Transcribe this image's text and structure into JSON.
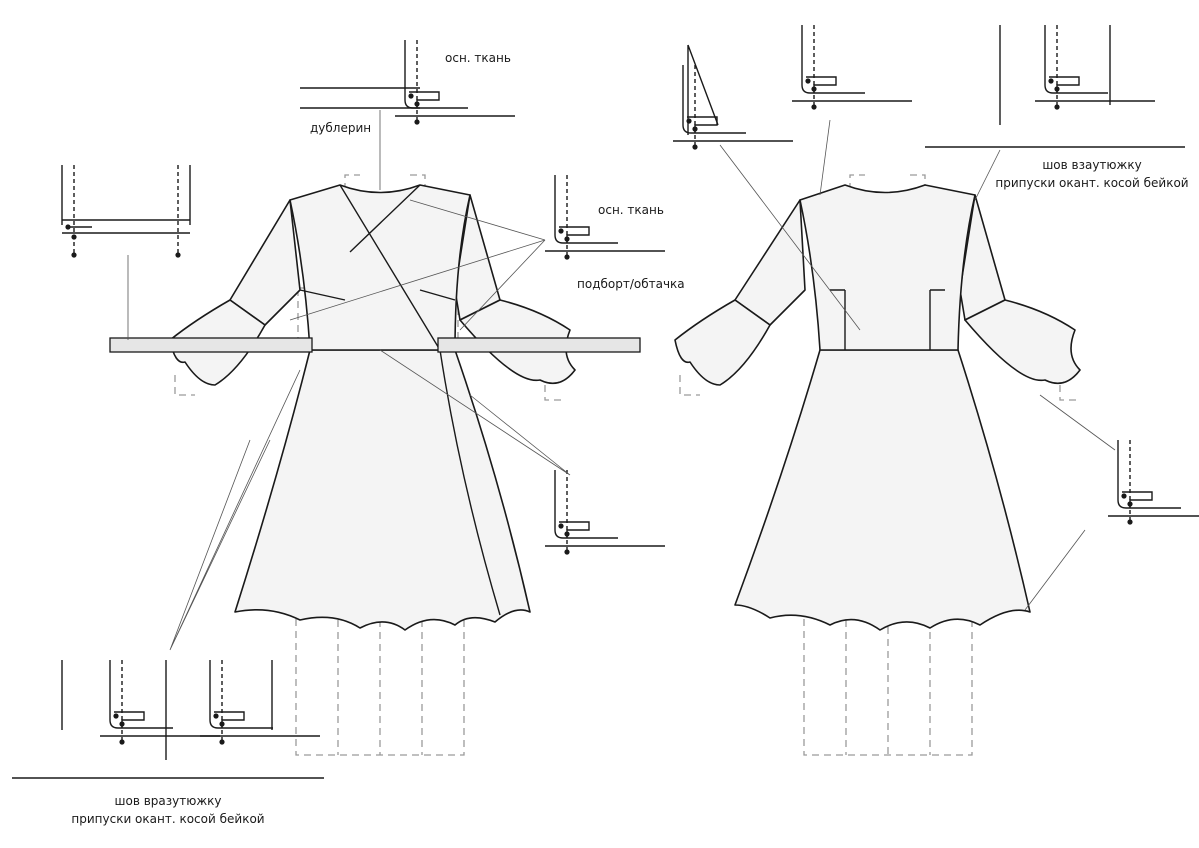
{
  "labels": {
    "main_fabric_top": "осн. ткань",
    "interfacing": "дублерин",
    "main_fabric_mid": "осн. ткань",
    "facing": "подборт/обтачка",
    "seam_open_left_line1": "шов вразутюжку",
    "seam_open_left_line2": "припуски окант. косой бейкой",
    "seam_open_right_line1": "шов взаутюжку",
    "seam_open_right_line2": "припуски окант. косой бейкой"
  },
  "colors": {
    "outline": "#1a1a1a",
    "fill": "#f4f4f4",
    "dashed_guides": "#9a9a9a"
  }
}
